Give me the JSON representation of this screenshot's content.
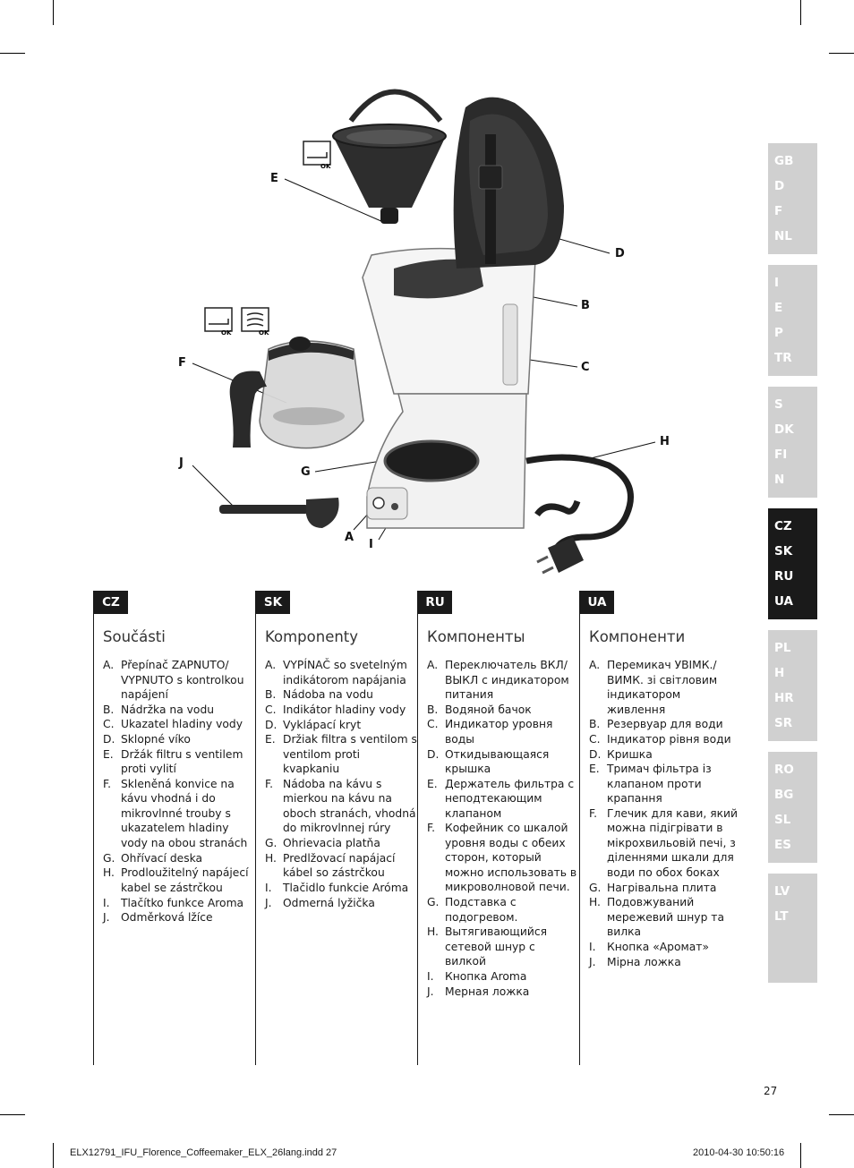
{
  "callouts": {
    "A": "A",
    "B": "B",
    "C": "C",
    "D": "D",
    "E": "E",
    "F": "F",
    "G": "G",
    "H": "H",
    "I": "I",
    "J": "J"
  },
  "ok_labels": {
    "filter": "OK",
    "jug_1": "OK",
    "jug_2": "OK"
  },
  "lang_tabs": [
    {
      "items": [
        "GB",
        "D",
        "F",
        "NL"
      ],
      "active": false
    },
    {
      "items": [
        "I",
        "E",
        "P",
        "TR"
      ],
      "active": false
    },
    {
      "items": [
        "S",
        "DK",
        "FI",
        "N"
      ],
      "active": false
    },
    {
      "items": [
        "CZ",
        "SK",
        "RU",
        "UA"
      ],
      "active": true
    },
    {
      "items": [
        "PL",
        "H",
        "HR",
        "SR"
      ],
      "active": false
    },
    {
      "items": [
        "RO",
        "BG",
        "SL",
        "ES"
      ],
      "active": false
    },
    {
      "items": [
        "LV",
        "LT"
      ],
      "active": false
    }
  ],
  "columns": [
    {
      "badge": "CZ",
      "title": "Součásti",
      "items": [
        {
          "letter": "A.",
          "text": "Přepínač ZAPNUTO/ VYPNUTO s kontrolkou napájení"
        },
        {
          "letter": "B.",
          "text": "Nádržka na vodu"
        },
        {
          "letter": "C.",
          "text": "Ukazatel hladiny vody"
        },
        {
          "letter": "D.",
          "text": "Sklopné víko"
        },
        {
          "letter": "E.",
          "text": "Držák filtru s ventilem proti vylití"
        },
        {
          "letter": "F.",
          "text": "Skleněná konvice na kávu vhodná i do mikrovlnné trouby s ukazatelem hladiny vody na obou stranách"
        },
        {
          "letter": "G.",
          "text": "Ohřívací deska"
        },
        {
          "letter": "H.",
          "text": "Prodloužitelný napájecí kabel se zástrčkou"
        },
        {
          "letter": "I.",
          "text": "Tlačítko funkce Aroma"
        },
        {
          "letter": "J.",
          "text": "Odměrková lžíce"
        }
      ]
    },
    {
      "badge": "SK",
      "title": "Komponenty",
      "items": [
        {
          "letter": "A.",
          "text": "VYPÍNAČ so svetelným indikátorom napájania"
        },
        {
          "letter": "B.",
          "text": "Nádoba na vodu"
        },
        {
          "letter": "C.",
          "text": "Indikátor hladiny vody"
        },
        {
          "letter": "D.",
          "text": "Vyklápací kryt"
        },
        {
          "letter": "E.",
          "text": "Držiak filtra s ventilom s ventilom proti kvapkaniu"
        },
        {
          "letter": "F.",
          "text": "Nádoba na kávu s mierkou na kávu na oboch stranách, vhodná do mikrovlnnej rúry"
        },
        {
          "letter": "G.",
          "text": "Ohrievacia platňa"
        },
        {
          "letter": "H.",
          "text": "Predlžovací napájací kábel so zástrčkou"
        },
        {
          "letter": "I.",
          "text": "Tlačidlo funkcie Aróma"
        },
        {
          "letter": "J.",
          "text": "Odmerná lyžička"
        }
      ]
    },
    {
      "badge": "RU",
      "title": "Компоненты",
      "items": [
        {
          "letter": "A.",
          "text": "Переключатель ВКЛ/ ВЫКЛ с индикатором питания"
        },
        {
          "letter": "B.",
          "text": "Водяной бачок"
        },
        {
          "letter": "C.",
          "text": "Индикатор уровня воды"
        },
        {
          "letter": "D.",
          "text": "Откидывающаяся крышка"
        },
        {
          "letter": "E.",
          "text": "Держатель фильтра с неподтекающим клапаном"
        },
        {
          "letter": "F.",
          "text": "Кофейник со шкалой уровня воды с обеих сторон, который можно использовать в микроволновой печи."
        },
        {
          "letter": "G.",
          "text": "Подставка с подогревом."
        },
        {
          "letter": "H.",
          "text": "Вытягивающийся сетевой шнур с вилкой"
        },
        {
          "letter": "I.",
          "text": "Кнопка Aroma"
        },
        {
          "letter": "J.",
          "text": "Мерная ложка"
        }
      ]
    },
    {
      "badge": "UA",
      "title": "Компоненти",
      "items": [
        {
          "letter": "A.",
          "text": "Перемикач УВІМК./ ВИМК. зі світловим індикатором живлення"
        },
        {
          "letter": "B.",
          "text": "Резервуар для води"
        },
        {
          "letter": "C.",
          "text": "Індикатор рівня води"
        },
        {
          "letter": "D.",
          "text": "Кришка"
        },
        {
          "letter": "E.",
          "text": "Тримач фільтра із клапаном проти крапання"
        },
        {
          "letter": "F.",
          "text": "Глечик для кави, який можна підігрівати в мікрохвильовій печі, з діленнями шкали для води по обох боках"
        },
        {
          "letter": "G.",
          "text": "Нагрівальна плита"
        },
        {
          "letter": "H.",
          "text": "Подовжуваний мережевий шнур та вилка"
        },
        {
          "letter": "I.",
          "text": "Кнопка «Аромат»"
        },
        {
          "letter": "J.",
          "text": "Мірна ложка"
        }
      ]
    }
  ],
  "page_number": "27",
  "footer": {
    "file": "ELX12791_IFU_Florence_Coffeemaker_ELX_26lang.indd   27",
    "timestamp": "2010-04-30   10:50:16"
  }
}
